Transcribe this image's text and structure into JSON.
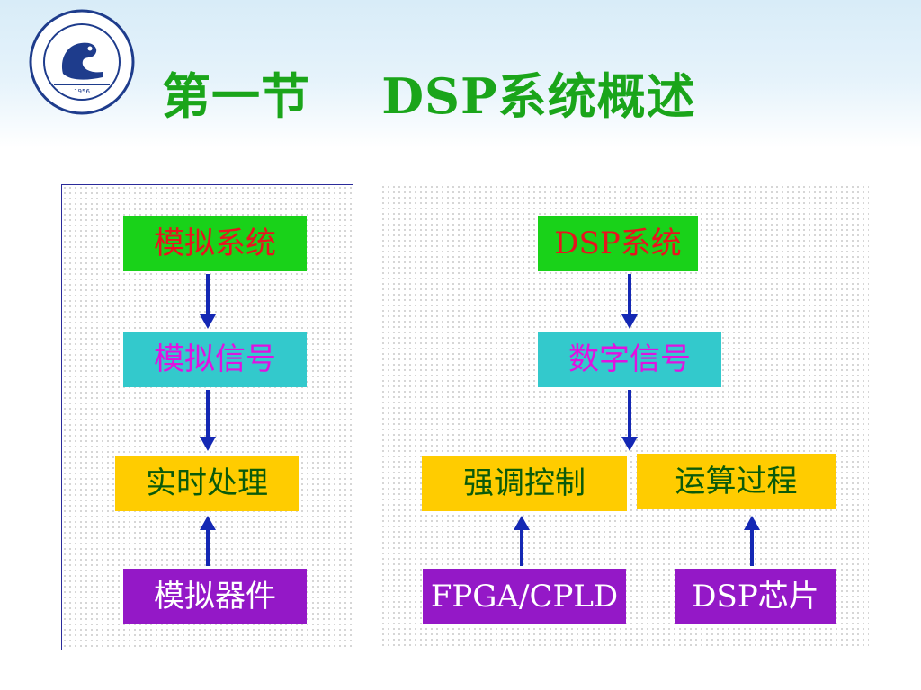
{
  "slide": {
    "title": "第一节    DSP系统概述",
    "logo_icon": "university-seal-dinosaur-emblem"
  },
  "colors": {
    "title": "#1aa51a",
    "arrow": "#1428b4",
    "green_box": "#19d219",
    "cyan_box": "#33c9cc",
    "yellow_box": "#ffcc00",
    "purple_box": "#9418c7",
    "red_text": "#e8141e",
    "magenta_text": "#e012e0",
    "dark_green_text": "#0a5a0a",
    "white_text": "#ffffff"
  },
  "diagram": {
    "analog_system": "模拟系统",
    "analog_signal": "模拟信号",
    "realtime_processing": "实时处理",
    "analog_devices": "模拟器件",
    "dsp_system": "DSP系统",
    "digital_signal": "数字信号",
    "emphasis_control": "强调控制",
    "computation_process": "运算过程",
    "fpga_cpld": "FPGA/CPLD",
    "dsp_chip": "DSP芯片"
  }
}
